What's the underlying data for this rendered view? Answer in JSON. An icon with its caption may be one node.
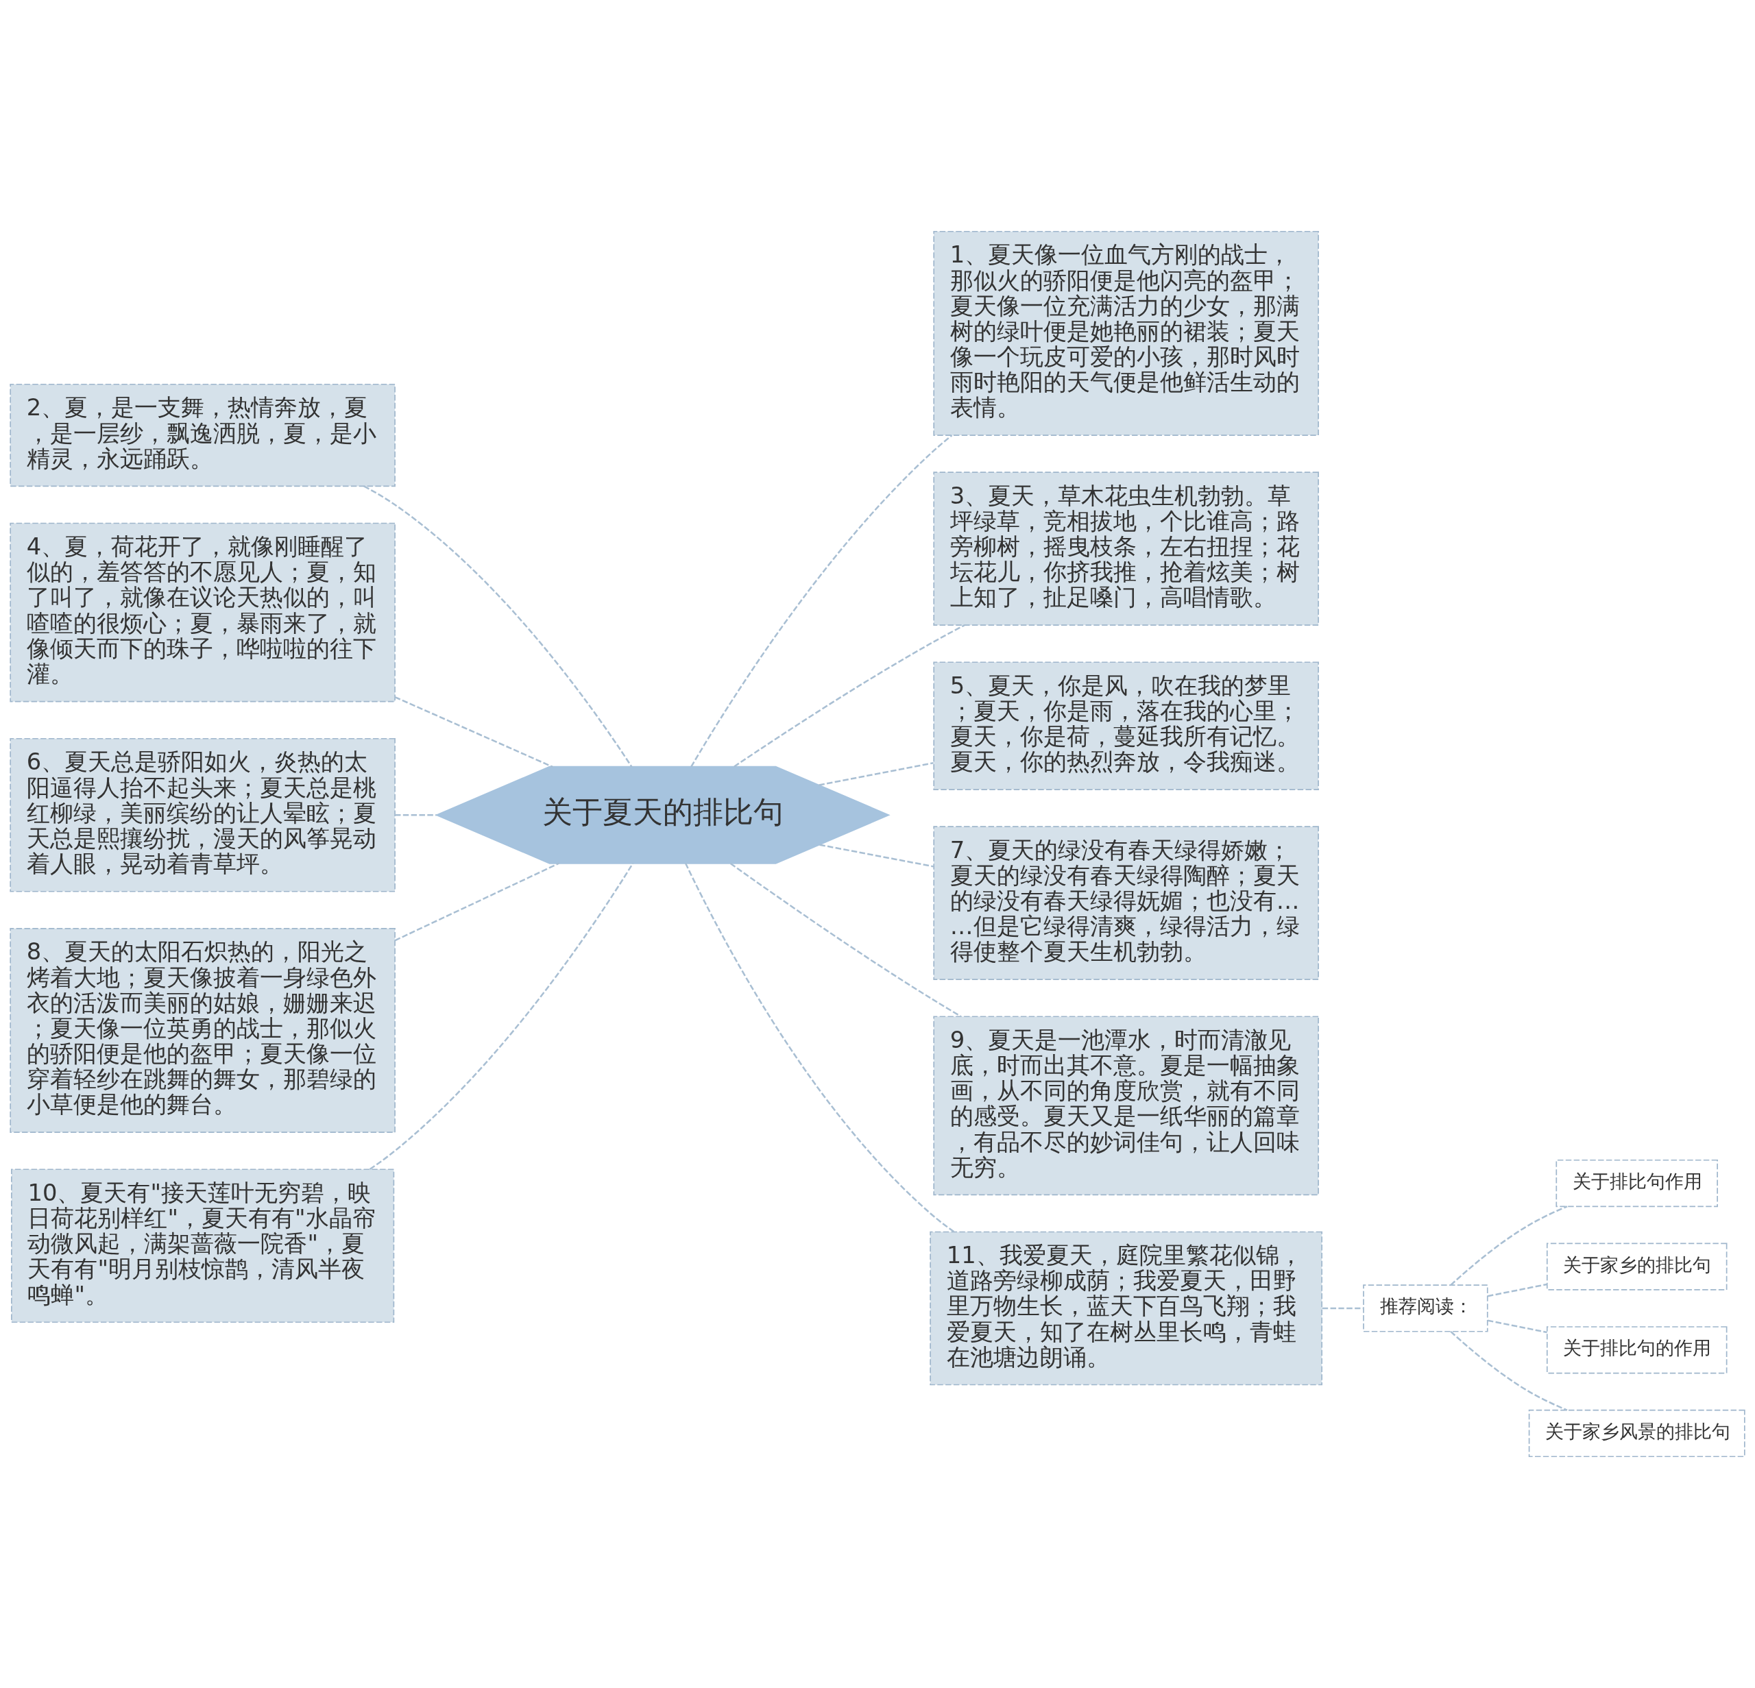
{
  "diagram": {
    "nodes": [
      {
        "text": [
          "关于夏天的排比句"
        ]
      },
      {
        "text": [
          "1、夏天像一位血气方刚的战士，那似火的骄阳便是他闪亮的盔甲；夏天像一位充满活力的少女，那满树的绿叶便是她艳丽的裙装；夏天像一个玩皮可爱的小孩，那时风时雨时艳阳的天气便是他鲜活生动的表情。"
        ]
      },
      {
        "text": [
          "2、夏，是一支舞，热情奔放，夏，是一层纱，飘逸洒脱，夏，是小精灵，永远踊跃。"
        ]
      },
      {
        "text": [
          "3、夏天，草木花虫生机勃勃。草坪绿草，竞相拔地，个比谁高；路旁柳树，摇曳枝条，左右扭捏；花坛花儿，你挤我推，抢着炫美；树上知了，扯足嗓门，高唱情歌。"
        ]
      },
      {
        "text": [
          "4、夏，荷花开了，就像刚睡醒了似的，羞答答的不愿见人；夏，知了叫了，就像在议论天热似的，叫喳喳的很烦心；夏，暴雨来了，就像倾天而下的珠子，哗啦啦的往下灌。"
        ]
      },
      {
        "text": [
          "5、夏天，你是风，吹在我的梦里；夏天，你是雨，落在我的心里；夏天，你是荷，蔓延我所有记忆。夏天，你的热烈奔放，令我痴迷。"
        ]
      },
      {
        "text": [
          "6、夏天总是骄阳如火，炎热的太阳逼得人抬不起头来；夏天总是桃红柳绿，美丽缤纷的让人晕眩；夏天总是熙攘纷扰，漫天的风筝晃动着人眼，晃动着青草坪。"
        ]
      },
      {
        "text": [
          "7、夏天的绿没有春天绿得娇嫩；夏天的绿没有春天绿得陶醉；夏天的绿没有春天绿得妩媚；也没有……但是它绿得清爽，绿得活力，绿得使整个夏天生机勃勃。"
        ]
      },
      {
        "text": [
          "8、夏天的太阳石炽热的，阳光之烤着大地；夏天像披着一身绿色外衣的活泼而美丽的姑娘，姗姗来迟；夏天像一位英勇的战士，那似火的骄阳便是他的盔甲；夏天像一位穿着轻纱在跳舞的舞女，那碧绿的小草便是他的舞台。"
        ]
      },
      {
        "text": [
          "9、夏天是一池潭水，时而清澈见底，时而出其不意。夏是一幅抽象画，从不同的角度欣赏，就有不同的感受。夏天又是一纸华丽的篇章，有品不尽的妙词佳句，让人回味无穷。"
        ]
      },
      {
        "text": [
          "10、夏天有\"接天莲叶无穷碧，映日荷花别样红\"，夏天有有\"水晶帘动微风起，满架蔷薇一院香\"，夏天有有\"明月别枝惊鹊，清风半夜鸣蝉\"。"
        ]
      },
      {
        "text": [
          "11、我爱夏天，庭院里繁花似锦，道路旁绿柳成荫；我爱夏天，田野里万物生长，蓝天下百鸟飞翔；我爱夏天，知了在树丛里长鸣，青蛙在池塘边朗诵。"
        ]
      },
      {
        "text": [
          "推荐阅读："
        ]
      },
      {
        "text": [
          "关于排比句作用"
        ]
      },
      {
        "text": [
          "关于家乡的排比句"
        ]
      },
      {
        "text": [
          "关于排比句的作用"
        ]
      },
      {
        "text": [
          "关于家乡风景的排比句"
        ]
      }
    ],
    "edges": [
      {
        "from": 0,
        "to": 1,
        "arrow": "none",
        "style": "dashed"
      },
      {
        "from": 2,
        "to": 0,
        "arrow": "none",
        "style": "dashed"
      },
      {
        "from": 0,
        "to": 3,
        "arrow": "none",
        "style": "dashed"
      },
      {
        "from": 4,
        "to": 0,
        "arrow": "none",
        "style": "dashed"
      },
      {
        "from": 0,
        "to": 5,
        "arrow": "none",
        "style": "dashed"
      },
      {
        "from": 6,
        "to": 0,
        "arrow": "none",
        "style": "dashed"
      },
      {
        "from": 0,
        "to": 7,
        "arrow": "none",
        "style": "dashed"
      },
      {
        "from": 8,
        "to": 0,
        "arrow": "none",
        "style": "dashed"
      },
      {
        "from": 0,
        "to": 9,
        "arrow": "none",
        "style": "dashed"
      },
      {
        "from": 10,
        "to": 0,
        "arrow": "none",
        "style": "dashed"
      },
      {
        "from": 0,
        "to": 11,
        "arrow": "none",
        "style": "dashed"
      },
      {
        "from": 11,
        "to": 12,
        "arrow": "none",
        "style": "dashed"
      },
      {
        "from": 12,
        "to": 13,
        "arrow": "none",
        "style": "dashed"
      },
      {
        "from": 12,
        "to": 14,
        "arrow": "none",
        "style": "dashed"
      },
      {
        "from": 12,
        "to": 15,
        "arrow": "none",
        "style": "dashed"
      },
      {
        "from": 12,
        "to": 16,
        "arrow": "none",
        "style": "dashed"
      }
    ]
  }
}
